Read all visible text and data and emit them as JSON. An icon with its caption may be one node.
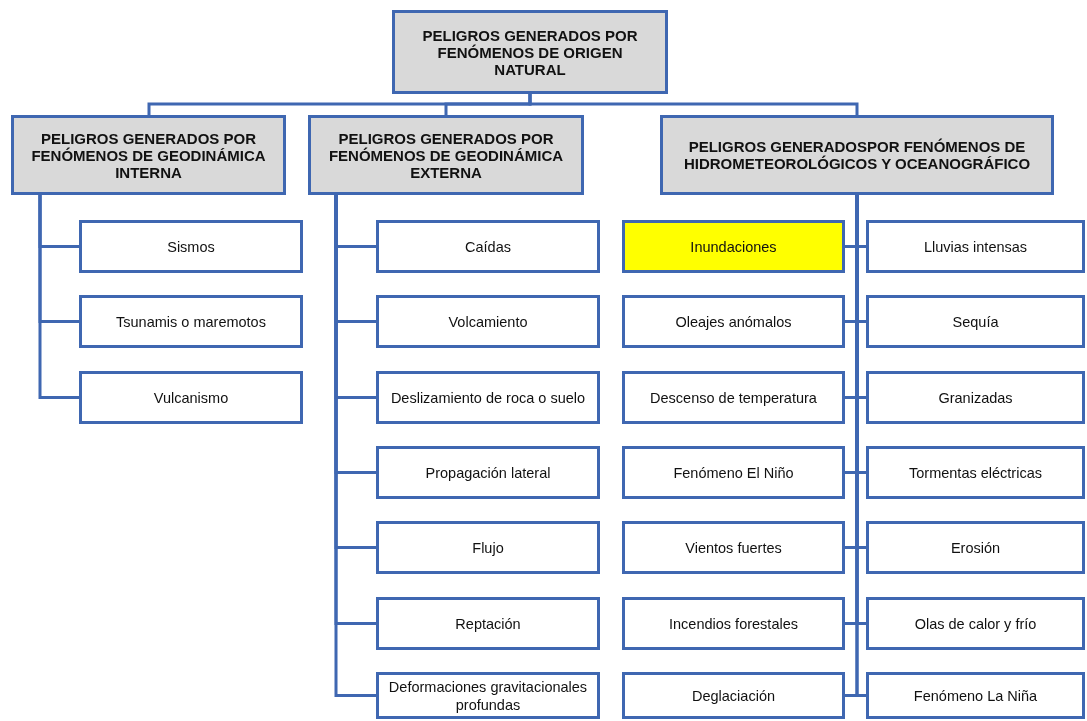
{
  "diagram": {
    "nodes": [
      {
        "text": [
          "PELIGROS GENERADOS POR FENÓMENOS DE ORIGEN NATURAL"
        ]
      },
      {
        "text": [
          "PELIGROS GENERADOS POR FENÓMENOS DE GEODINÁMICA INTERNA"
        ]
      },
      {
        "text": [
          "PELIGROS GENERADOS POR FENÓMENOS DE GEODINÁMICA EXTERNA"
        ]
      },
      {
        "text": [
          "PELIGROS GENERADOSPOR FENÓMENOS DE HIDROMETEOROLÓGICOS Y OCEANOGRÁFICO"
        ]
      },
      {
        "text": [
          "Sismos"
        ]
      },
      {
        "text": [
          "Tsunamis o maremotos"
        ]
      },
      {
        "text": [
          "Vulcanismo"
        ]
      },
      {
        "text": [
          "Caídas"
        ]
      },
      {
        "text": [
          "Volcamiento"
        ]
      },
      {
        "text": [
          "Deslizamiento de roca o suelo"
        ]
      },
      {
        "text": [
          "Propagación lateral"
        ]
      },
      {
        "text": [
          "Flujo"
        ]
      },
      {
        "text": [
          "Reptación"
        ]
      },
      {
        "text": [
          "Deformaciones gravitacionales profundas"
        ]
      },
      {
        "text": [
          "Inundaciones"
        ]
      },
      {
        "text": [
          "Lluvias intensas"
        ]
      },
      {
        "text": [
          "Oleajes anómalos"
        ]
      },
      {
        "text": [
          "Sequía"
        ]
      },
      {
        "text": [
          "Descenso de temperatura"
        ]
      },
      {
        "text": [
          "Granizadas"
        ]
      },
      {
        "text": [
          "Fenómeno El Niño"
        ]
      },
      {
        "text": [
          "Tormentas eléctricas"
        ]
      },
      {
        "text": [
          "Vientos fuertes"
        ]
      },
      {
        "text": [
          "Erosión"
        ]
      },
      {
        "text": [
          "Incendios forestales"
        ]
      },
      {
        "text": [
          "Olas de calor y frío"
        ]
      },
      {
        "text": [
          "Deglaciación"
        ]
      },
      {
        "text": [
          "Fenómeno La Niña"
        ]
      }
    ],
    "edges": [
      {
        "from": 0,
        "to": 1,
        "arrow": "none"
      },
      {
        "from": 0,
        "to": 2,
        "arrow": "none"
      },
      {
        "from": 0,
        "to": 3,
        "arrow": "none"
      },
      {
        "from": 1,
        "to": 4,
        "arrow": "none"
      },
      {
        "from": 1,
        "to": 5,
        "arrow": "none"
      },
      {
        "from": 1,
        "to": 6,
        "arrow": "none"
      },
      {
        "from": 2,
        "to": 7,
        "arrow": "none"
      },
      {
        "from": 2,
        "to": 8,
        "arrow": "none"
      },
      {
        "from": 2,
        "to": 9,
        "arrow": "none"
      },
      {
        "from": 2,
        "to": 10,
        "arrow": "none"
      },
      {
        "from": 2,
        "to": 11,
        "arrow": "none"
      },
      {
        "from": 2,
        "to": 12,
        "arrow": "none"
      },
      {
        "from": 2,
        "to": 13,
        "arrow": "none"
      },
      {
        "from": 3,
        "to": 14,
        "arrow": "none"
      },
      {
        "from": 3,
        "to": 15,
        "arrow": "none"
      },
      {
        "from": 3,
        "to": 16,
        "arrow": "none"
      },
      {
        "from": 3,
        "to": 17,
        "arrow": "none"
      },
      {
        "from": 3,
        "to": 18,
        "arrow": "none"
      },
      {
        "from": 3,
        "to": 19,
        "arrow": "none"
      },
      {
        "from": 3,
        "to": 20,
        "arrow": "none"
      },
      {
        "from": 3,
        "to": 21,
        "arrow": "none"
      },
      {
        "from": 3,
        "to": 22,
        "arrow": "none"
      },
      {
        "from": 3,
        "to": 23,
        "arrow": "none"
      },
      {
        "from": 3,
        "to": 24,
        "arrow": "none"
      },
      {
        "from": 3,
        "to": 25,
        "arrow": "none"
      },
      {
        "from": 3,
        "to": 26,
        "arrow": "none"
      },
      {
        "from": 3,
        "to": 27,
        "arrow": "none"
      }
    ]
  }
}
